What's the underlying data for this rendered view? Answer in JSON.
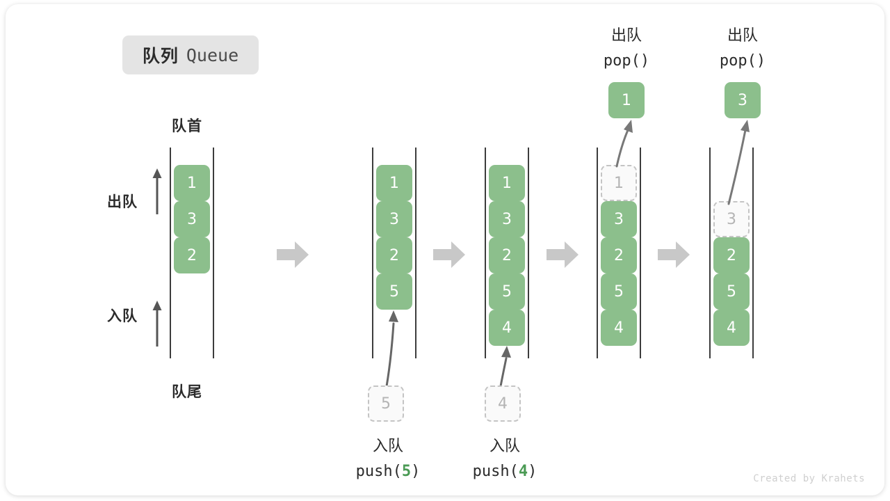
{
  "card": {
    "title_cn": "队列",
    "title_en": "Queue",
    "watermark": "Created by Krahets"
  },
  "labels": {
    "front": "队首",
    "rear": "队尾",
    "dequeue": "出队",
    "enqueue": "入队"
  },
  "colors": {
    "cell_green": "#8cbf8c",
    "cell_text": "#ffffff",
    "ghost_border": "#c4c4c4",
    "ghost_text": "#b4b4b4",
    "rail": "#3c3c3c",
    "big_arrow": "#c8c8c8",
    "label_text": "#2b2b2b",
    "badge_bg": "#e4e4e4",
    "code_accent": "#4a9a54",
    "watermark": "#cfcfcf"
  },
  "steps": [
    {
      "id": "initial",
      "cells": [
        {
          "value": "1",
          "state": "filled"
        },
        {
          "value": "3",
          "state": "filled"
        },
        {
          "value": "2",
          "state": "filled"
        }
      ]
    },
    {
      "id": "after-push-5",
      "cells": [
        {
          "value": "1",
          "state": "filled"
        },
        {
          "value": "3",
          "state": "filled"
        },
        {
          "value": "2",
          "state": "filled"
        },
        {
          "value": "5",
          "state": "filled"
        }
      ],
      "incoming": {
        "value": "5",
        "state": "ghost"
      },
      "op_cn": "入队",
      "op_code_prefix": "push(",
      "op_code_num": "5",
      "op_code_suffix": ")"
    },
    {
      "id": "after-push-4",
      "cells": [
        {
          "value": "1",
          "state": "filled"
        },
        {
          "value": "3",
          "state": "filled"
        },
        {
          "value": "2",
          "state": "filled"
        },
        {
          "value": "5",
          "state": "filled"
        },
        {
          "value": "4",
          "state": "filled"
        }
      ],
      "incoming": {
        "value": "4",
        "state": "ghost"
      },
      "op_cn": "入队",
      "op_code_prefix": "push(",
      "op_code_num": "4",
      "op_code_suffix": ")"
    },
    {
      "id": "after-pop-1",
      "cells": [
        {
          "value": "1",
          "state": "ghost"
        },
        {
          "value": "3",
          "state": "filled"
        },
        {
          "value": "2",
          "state": "filled"
        },
        {
          "value": "5",
          "state": "filled"
        },
        {
          "value": "4",
          "state": "filled"
        }
      ],
      "outgoing": {
        "value": "1",
        "state": "filled"
      },
      "op_cn": "出队",
      "op_code": "pop()"
    },
    {
      "id": "after-pop-3",
      "cells": [
        {
          "value": "",
          "state": "empty"
        },
        {
          "value": "3",
          "state": "ghost"
        },
        {
          "value": "2",
          "state": "filled"
        },
        {
          "value": "5",
          "state": "filled"
        },
        {
          "value": "4",
          "state": "filled"
        }
      ],
      "outgoing": {
        "value": "3",
        "state": "filled"
      },
      "op_cn": "出队",
      "op_code": "pop()"
    }
  ]
}
